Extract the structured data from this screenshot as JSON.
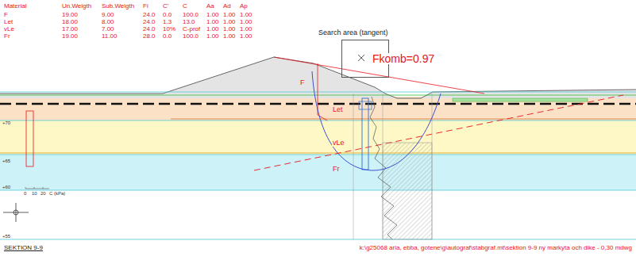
{
  "diagram": {
    "nodes": [
      {
        "text": [
          "Search area (tangent)"
        ]
      },
      {
        "text": [
          "Let"
        ]
      },
      {
        "text": [
          "vLe"
        ]
      },
      {
        "text": [
          "Fr"
        ]
      }
    ],
    "labels": [
      "Material",
      "Un.Weigth",
      "Sub.Weigth",
      "Fi",
      "C'",
      "C",
      "Aa",
      "Ad",
      "Ap",
      "F",
      "19.00",
      "9.00",
      "24.0",
      "0.0",
      "100.0",
      "1.00",
      "1.00",
      "1.00",
      "Let",
      "18.00",
      "8.00",
      "24.0",
      "1.3",
      "13.0",
      "1.00",
      "1.00",
      "1.00",
      "vLe",
      "17.00",
      "7.00",
      "24.0",
      "10%",
      "C-prof",
      "1.00",
      "1.00",
      "1.00",
      "Fr",
      "19.00",
      "11.00",
      "28.0",
      "0.0",
      "100.0",
      "1.00",
      "1.00",
      "1.00",
      "Fkomb=0.97",
      "F",
      "+70",
      "+65",
      "+60",
      "+55",
      "0",
      "10",
      "20",
      "C (kPa)",
      "SEKTION 9-9",
      "k:\\g25068 arla, ebba, gotene\\g\\autograf\\stabgraf.mt\\sektion 9-9 ny markyta och dike - 0,30 mdwg"
    ]
  }
}
